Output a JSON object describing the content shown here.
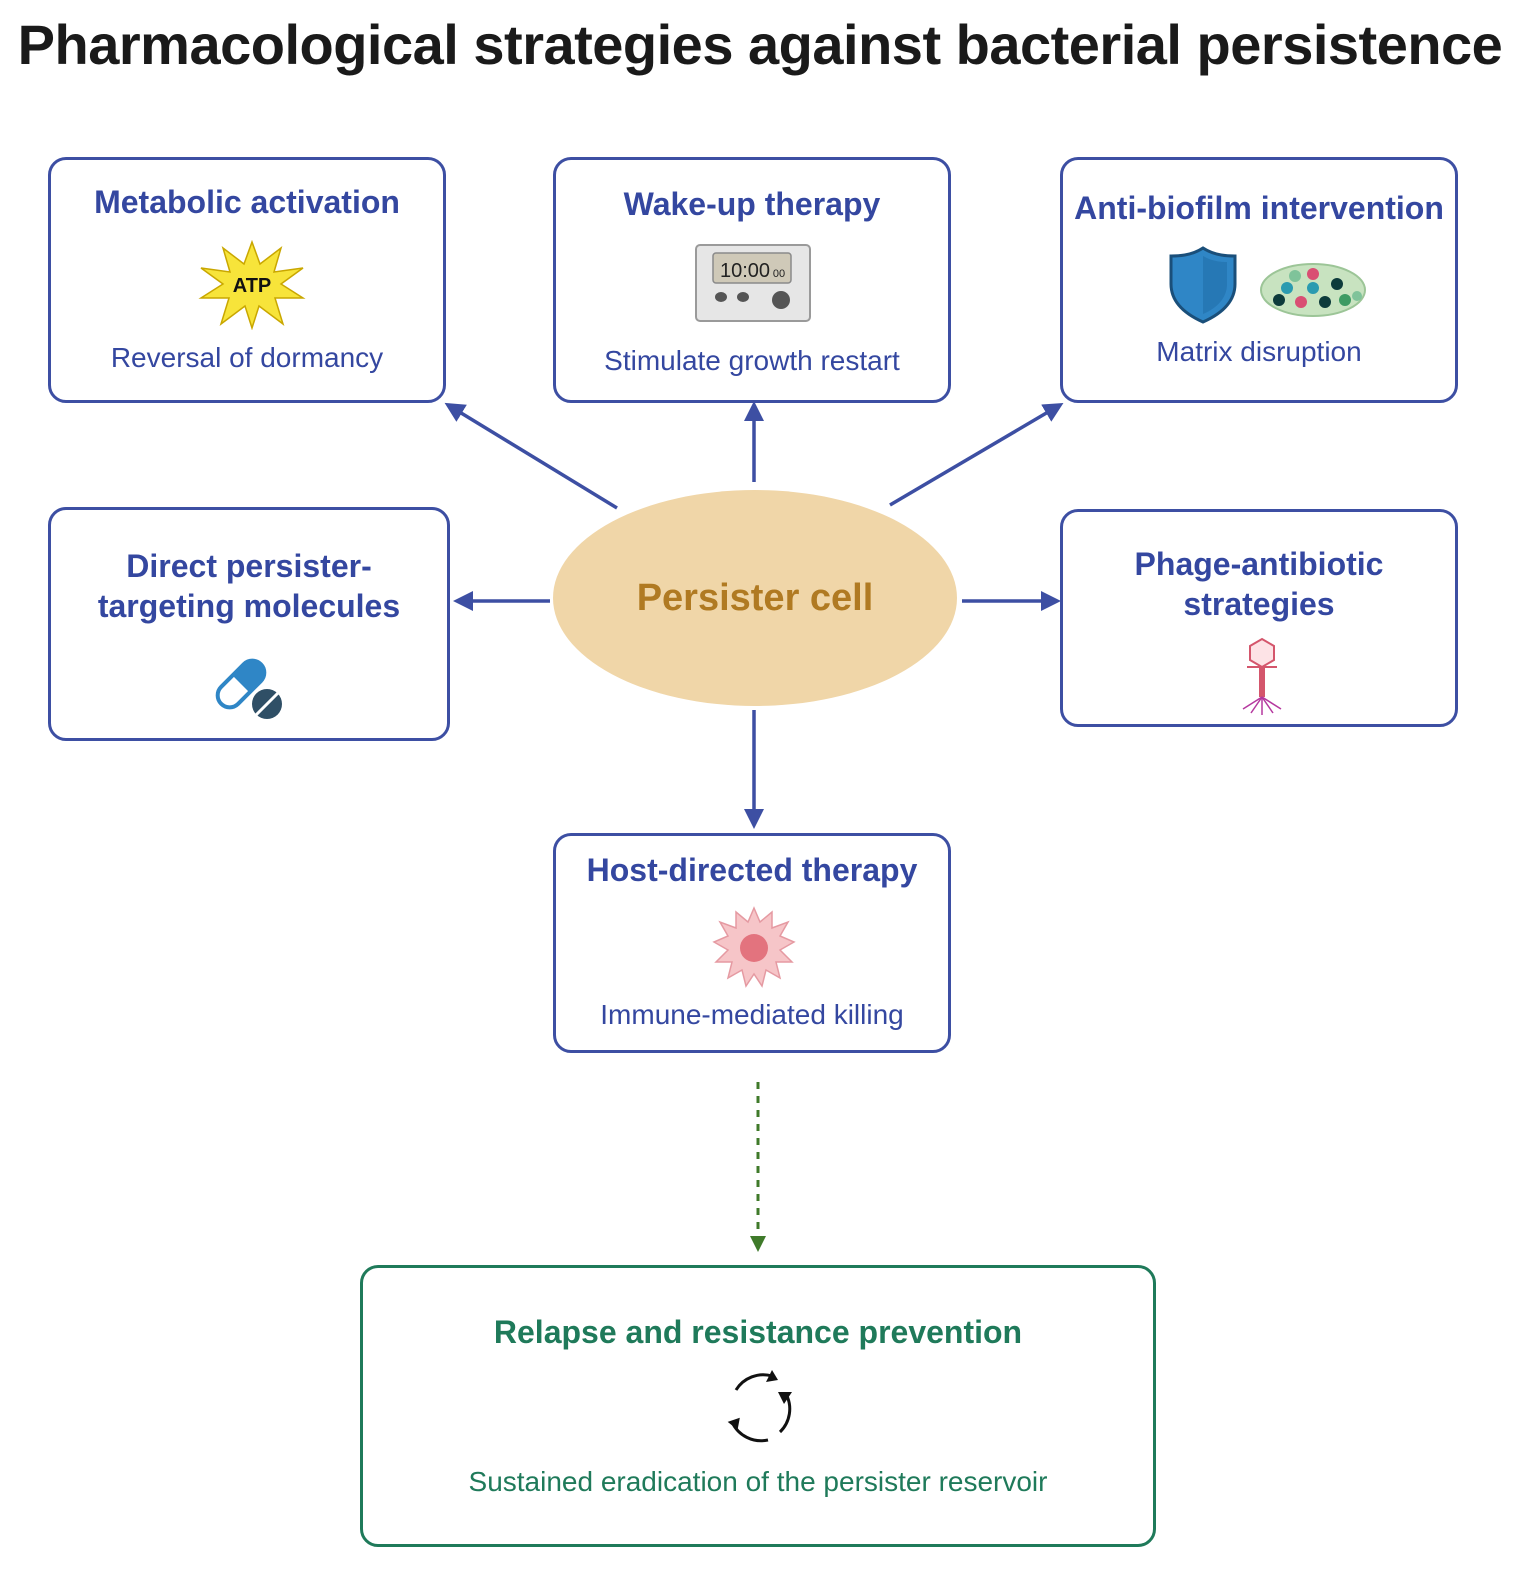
{
  "title": "Pharmacological strategies against bacterial persistence",
  "center": {
    "label": "Persister cell"
  },
  "boxes": {
    "metabolic": {
      "title": "Metabolic activation",
      "subtitle": "Reversal of dormancy",
      "icon": "atp-burst-icon",
      "icon_text": "ATP"
    },
    "wakeup": {
      "title": "Wake-up therapy",
      "subtitle": "Stimulate growth restart",
      "icon": "timer-icon",
      "icon_text": "10:00",
      "icon_text_small": "00"
    },
    "biofilm": {
      "title": "Anti-biofilm intervention",
      "subtitle": "Matrix disruption",
      "icon": "shield-biofilm-icon"
    },
    "direct": {
      "title_line1": "Direct persister-",
      "title_line2": "targeting molecules",
      "icon": "pill-icon"
    },
    "phage": {
      "title_line1": "Phage-antibiotic",
      "title_line2": "strategies",
      "icon": "phage-icon"
    },
    "host": {
      "title": "Host-directed therapy",
      "subtitle": "Immune-mediated killing",
      "icon": "immune-cell-icon"
    },
    "relapse": {
      "title": "Relapse and resistance prevention",
      "subtitle": "Sustained eradication of the persister reservoir",
      "icon": "cycle-arrows-icon"
    }
  },
  "colors": {
    "box_border": "#3d4fa3",
    "box_text": "#3447a0",
    "center_fill": "#f0d6a8",
    "center_text": "#b07a22",
    "green": "#1f7a5a",
    "dashed_arrow": "#3f7a2a"
  }
}
